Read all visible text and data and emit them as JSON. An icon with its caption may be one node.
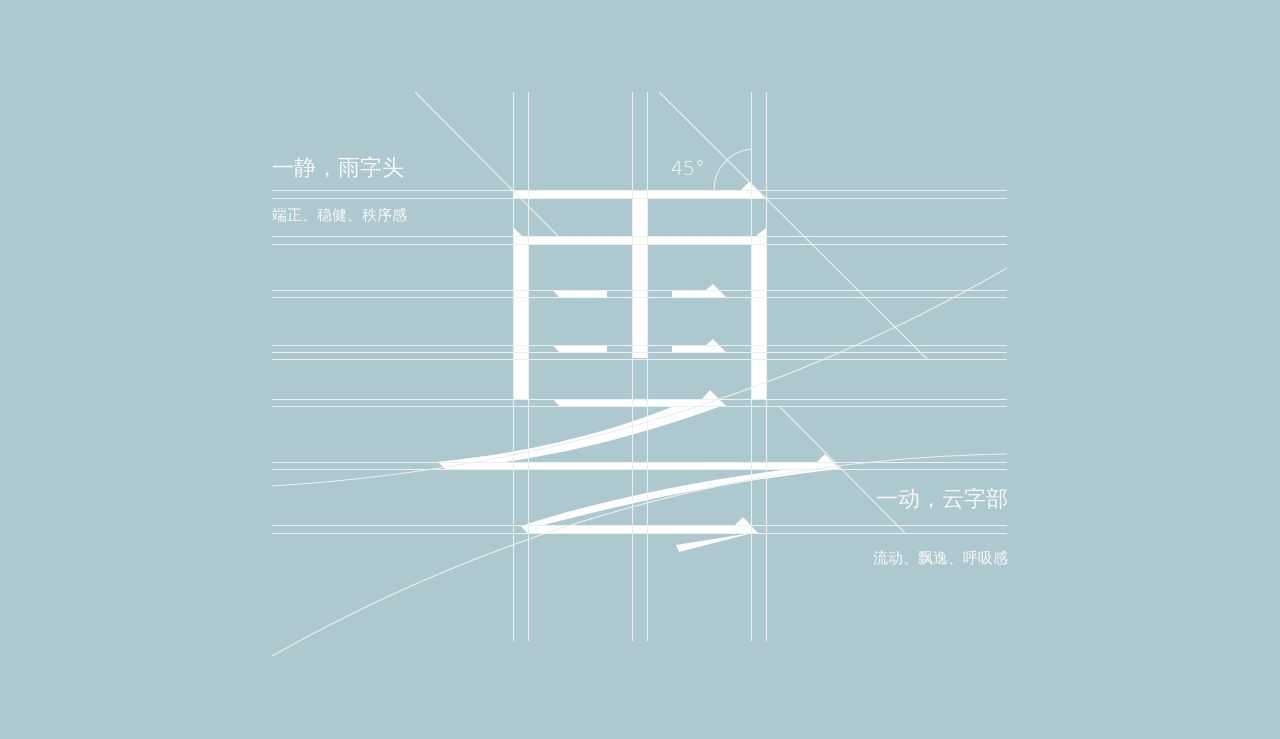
{
  "diagram": {
    "labels": [
      "一静，雨字头",
      "45°",
      "端正、稳健、秩序感",
      "一动，云字部",
      "流动、飘逸、呼吸感"
    ]
  }
}
